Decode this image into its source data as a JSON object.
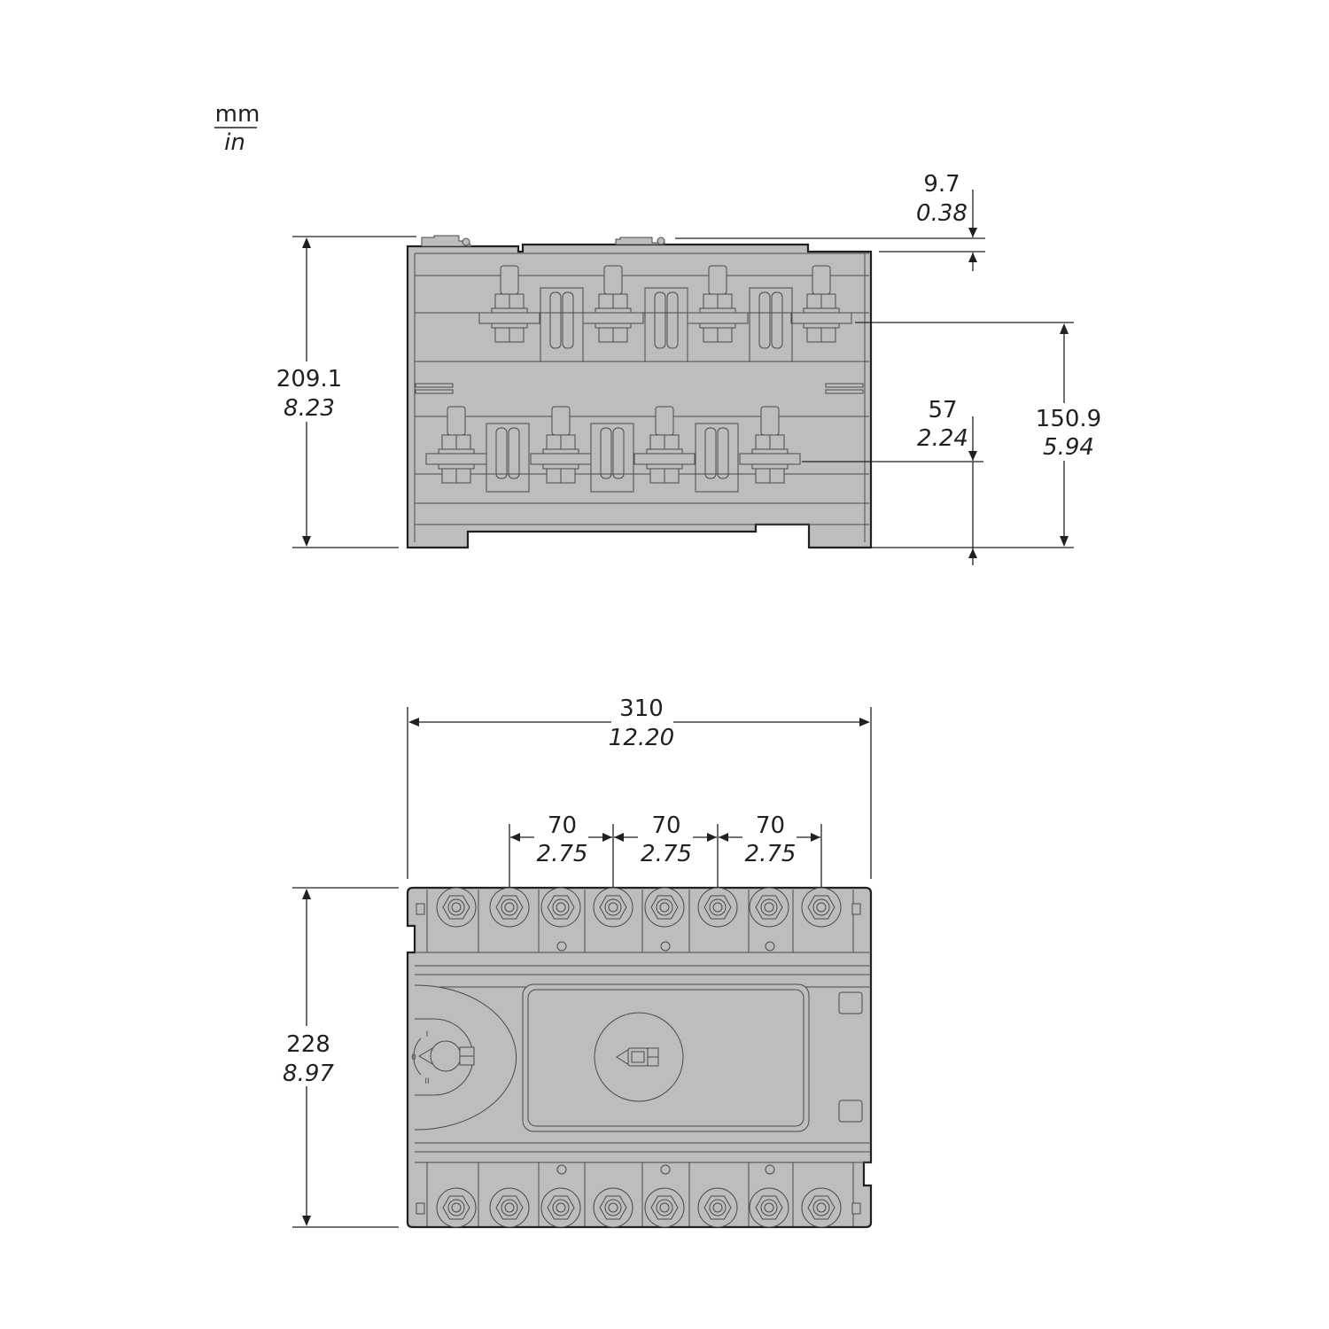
{
  "units": {
    "primary": "mm",
    "secondary": "in"
  },
  "side_view": {
    "overall_height": {
      "mm": "209.1",
      "in": "8.23"
    },
    "top_offset": {
      "mm": "9.7",
      "in": "0.38"
    },
    "upper_terminal_height": {
      "mm": "150.9",
      "in": "5.94"
    },
    "lower_terminal_height": {
      "mm": "57",
      "in": "2.24"
    },
    "upper_terminal_count": 4,
    "lower_terminal_count": 4
  },
  "front_view": {
    "overall_width": {
      "mm": "310",
      "in": "12.20"
    },
    "pole_pitch": [
      {
        "mm": "70",
        "in": "2.75"
      },
      {
        "mm": "70",
        "in": "2.75"
      },
      {
        "mm": "70",
        "in": "2.75"
      }
    ],
    "overall_height": {
      "mm": "228",
      "in": "8.97"
    },
    "handle_positions": [
      "I",
      "0",
      "II"
    ],
    "terminals_per_row": 8
  },
  "colors": {
    "body": "#bcbdbf",
    "line": "#231f20"
  }
}
